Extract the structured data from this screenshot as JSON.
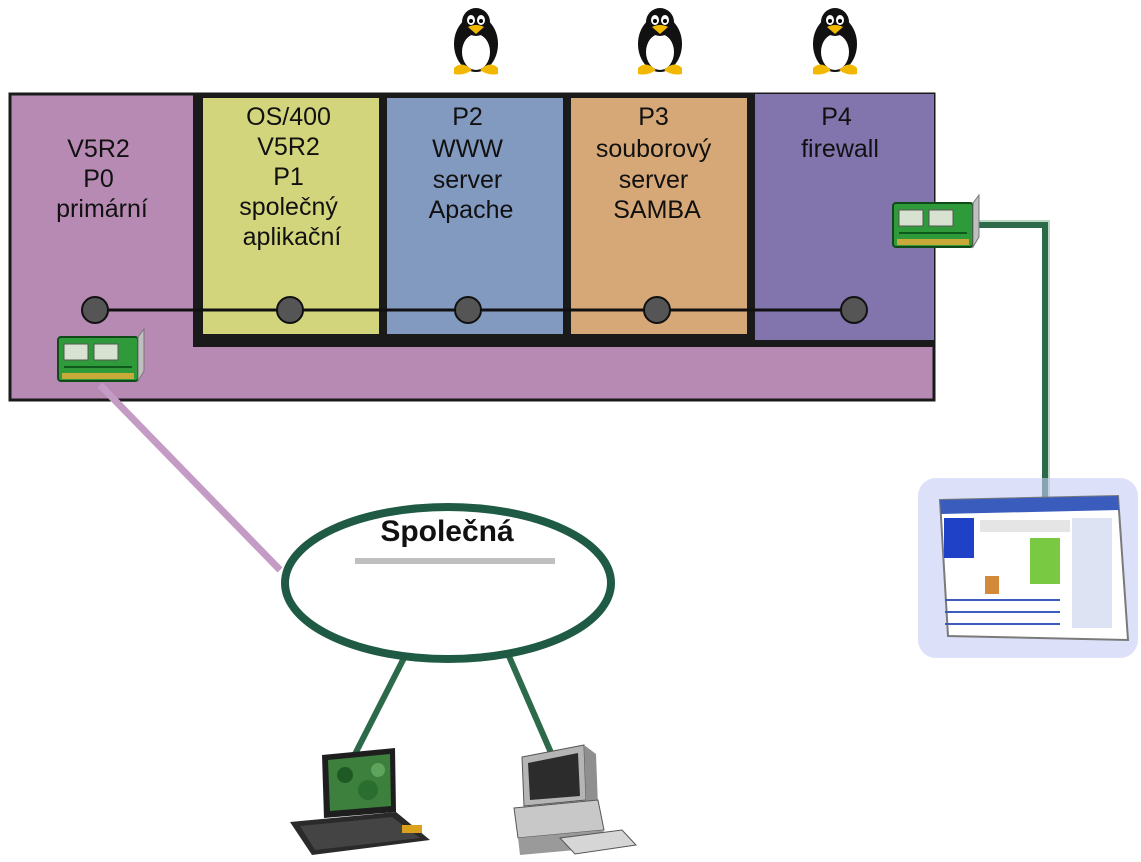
{
  "colors": {
    "primary": "#b78ab4",
    "p1": "#d3d57c",
    "p2": "#8299c0",
    "p3": "#d7a877",
    "p4": "#8275ad",
    "frame": "#1a1a1a",
    "lan_cable": "#c49bc4",
    "net_cable": "#2c6a4a",
    "nic": "#2e9a3a"
  },
  "partitions": [
    {
      "id": "p0",
      "lines": [
        "V5R2",
        "P0",
        "primární"
      ],
      "color": "#b78ab4",
      "penguin": false
    },
    {
      "id": "p1",
      "lines": [
        "OS/400",
        "V5R2",
        "P1",
        "společný",
        "aplikační"
      ],
      "color": "#d3d57c",
      "penguin": false
    },
    {
      "id": "p2",
      "lines": [
        "P2",
        "WWW",
        "server",
        "Apache"
      ],
      "color": "#8299c0",
      "penguin": true
    },
    {
      "id": "p3",
      "lines": [
        "P3",
        "souborový",
        "server",
        "SAMBA"
      ],
      "color": "#d7a877",
      "penguin": true
    },
    {
      "id": "p4",
      "lines": [
        "P4",
        "firewall"
      ],
      "color": "#8275ad",
      "penguin": true
    }
  ],
  "network": {
    "label": "Společná"
  },
  "devices": {
    "browser": "web-browser-window",
    "laptop": "laptop",
    "desktop": "desktop-computer"
  }
}
